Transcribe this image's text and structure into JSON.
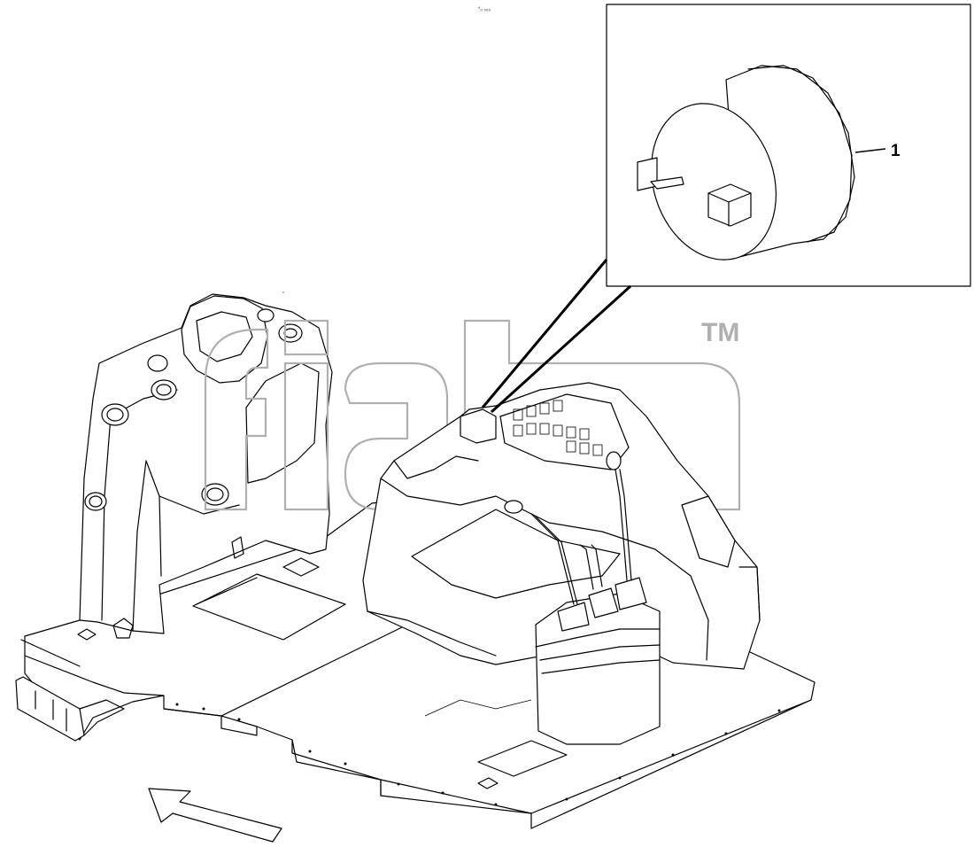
{
  "header": {
    "ref_code": "°₀ ₀₀₀"
  },
  "callouts": [
    {
      "number": "1"
    }
  ],
  "watermark": {
    "text": "fiat",
    "trademark": "TM"
  },
  "colors": {
    "line": "#000000",
    "background": "#ffffff",
    "watermark": "#b0b0b0"
  },
  "icons": {
    "direction_arrow": "arrow-up-left-icon"
  }
}
